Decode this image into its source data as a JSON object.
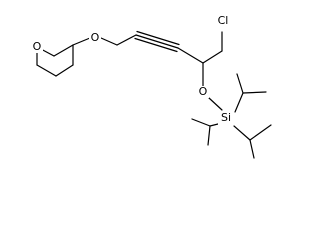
{
  "atoms": {
    "ring_oxygen": "O",
    "ether_oxygen": "O",
    "chlorine": "Cl",
    "silyl_oxygen": "O",
    "silicon": "Si"
  }
}
